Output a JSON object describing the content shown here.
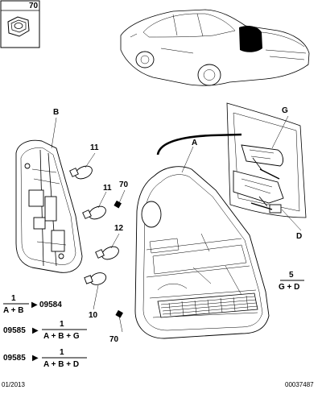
{
  "inset_box": {
    "number": "70"
  },
  "part_labels": {
    "A": "A",
    "B": "B",
    "G": "G",
    "D": "D",
    "n11a": "11",
    "n11b": "11",
    "n12": "12",
    "n10": "10",
    "n70a": "70",
    "n70b": "70"
  },
  "formulas": [
    {
      "left": "",
      "num": "1",
      "den": "A + B",
      "arrow": "▶",
      "right": "09584"
    },
    {
      "left": "09585",
      "arrow": "▶",
      "num": "1",
      "den": "A + B + G",
      "right": ""
    },
    {
      "left": "09585",
      "arrow": "▶",
      "num": "1",
      "den": "A + B + D",
      "right": ""
    }
  ],
  "side_fraction": {
    "num": "5",
    "den": "G + D"
  },
  "footer": {
    "date": "01/2013",
    "ref": "00037487"
  }
}
